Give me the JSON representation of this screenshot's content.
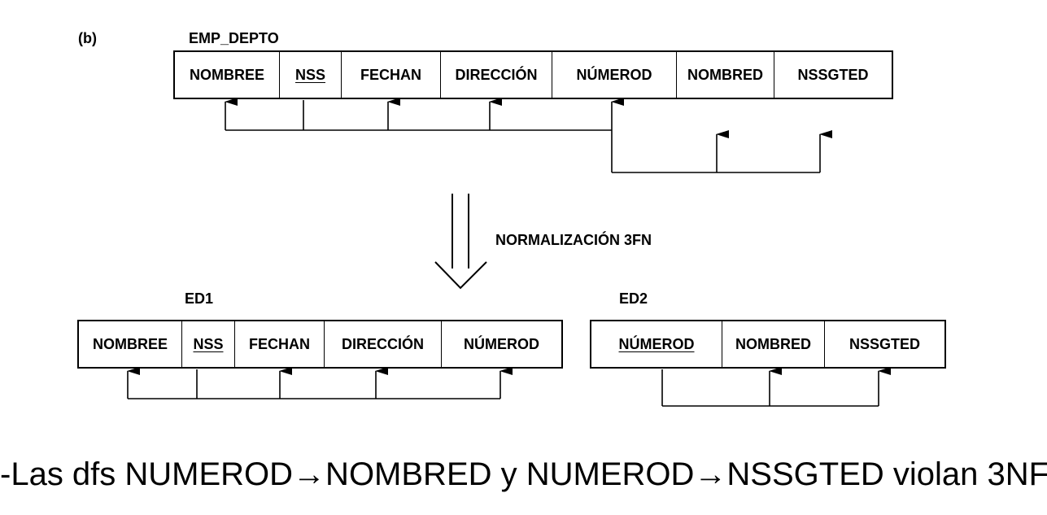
{
  "part_label": "(b)",
  "emp_depto": {
    "name": "EMP_DEPTO",
    "attributes": [
      "NOMBREE",
      "NSS",
      "FECHAN",
      "DIRECCIÓN",
      "NÚMEROD",
      "NOMBRED",
      "NSSGTED"
    ],
    "key": "NSS"
  },
  "normalization_label": "NORMALIZACIÓN 3FN",
  "ed1": {
    "name": "ED1",
    "attributes": [
      "NOMBREE",
      "NSS",
      "FECHAN",
      "DIRECCIÓN",
      "NÚMEROD"
    ],
    "key": "NSS"
  },
  "ed2": {
    "name": "ED2",
    "attributes": [
      "NÚMEROD",
      "NOMBRED",
      "NSSGTED"
    ],
    "key": "NÚMEROD"
  },
  "caption": "-Las dfs NUMEROD→NOMBRED y NUMEROD→NSSGTED violan 3NF"
}
